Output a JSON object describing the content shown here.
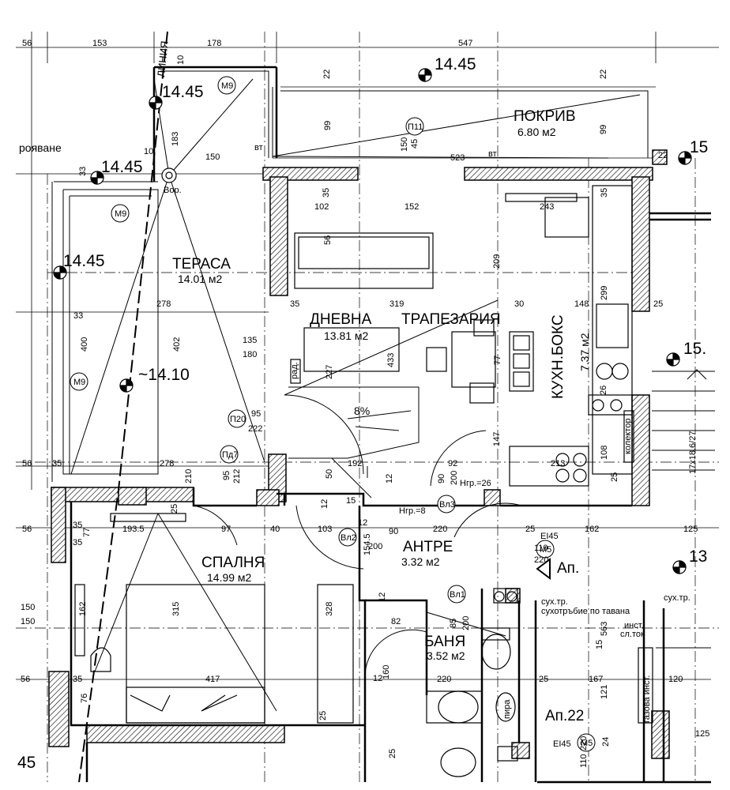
{
  "rooms": {
    "terrace": {
      "name": "ТЕРАСА",
      "area": "14.01 м2"
    },
    "roof": {
      "name": "ПОКРИВ",
      "area": "6.80 м2"
    },
    "living": {
      "name": "ДНЕВНА",
      "area": "13.81 м2"
    },
    "dining": {
      "name": "ТРАПЕЗАРИЯ"
    },
    "kitchen": {
      "name": "КУХН.БОКС",
      "area": "7.37 м2"
    },
    "bedroom": {
      "name": "СПАЛНЯ",
      "area": "14.99 м2"
    },
    "hall": {
      "name": "АНТРЕ",
      "area": "3.32 м2"
    },
    "bath": {
      "name": "БАНЯ",
      "area": "3.52 м2"
    }
  },
  "levels": {
    "top": "14.45",
    "balcony": "14.45",
    "left1": "14.45",
    "left2": "14.45",
    "terrace": "~14.10",
    "right_top": "15",
    "right_mid": "15.",
    "right_low": "13"
  },
  "labels": {
    "linia": "ЛИНИЯ",
    "proyavane": "рояване",
    "apartment": "Ап.",
    "apartment22": "Ап.22",
    "slope": "8%",
    "drying": "сухотръбие по тавана",
    "dry_pipe": "сух.тр.",
    "dry_pipe2": "сух.тр.",
    "inst": "инст.",
    "inst_tok": "сл.ток",
    "gas": "газова инст.",
    "vor": "Вор.",
    "rad": "рад.",
    "kolektor": "колектор",
    "ngr26": "Нгр.=26",
    "ngr8": "Нгр.=8",
    "ei45": "EI45",
    "ei45b": "EI45",
    "stair": "17x18.6/27",
    "vt1": "вт",
    "vt2": "вт",
    "pira": "пира",
    "axis45": "45"
  },
  "tags": [
    "M9",
    "M9",
    "M9",
    "M5",
    "M5",
    "П11",
    "П20",
    "Пд7",
    "Вл3",
    "Вл2",
    "Вл1"
  ],
  "dims": [
    "56",
    "153",
    "178",
    "547",
    "10",
    "22",
    "22",
    "10",
    "183",
    "150",
    "33",
    "99",
    "150",
    "45",
    "99",
    "523",
    "22",
    "35",
    "102",
    "152",
    "243",
    "35",
    "56",
    "209",
    "299",
    "35",
    "278",
    "33",
    "319",
    "30",
    "148",
    "25",
    "400",
    "402",
    "135",
    "180",
    "227",
    "433",
    "77",
    "26",
    "95",
    "222",
    "192",
    "92",
    "147",
    "213",
    "108",
    "56",
    "35",
    "278",
    "210",
    "95",
    "212",
    "50",
    "12",
    "90",
    "200",
    "25",
    "12",
    "15",
    "56",
    "35",
    "77",
    "193.5",
    "25",
    "97",
    "40",
    "103",
    "12",
    "90",
    "200",
    "154.5",
    "220",
    "25",
    "162",
    "125",
    "110",
    "220",
    "35",
    "162",
    "315",
    "328",
    "12",
    "82",
    "85",
    "200",
    "15",
    "563",
    "150",
    "150",
    "56",
    "35",
    "417",
    "12",
    "160",
    "220",
    "25",
    "167",
    "121",
    "120",
    "76",
    "25",
    "110",
    "220",
    "24",
    "125",
    "25"
  ]
}
